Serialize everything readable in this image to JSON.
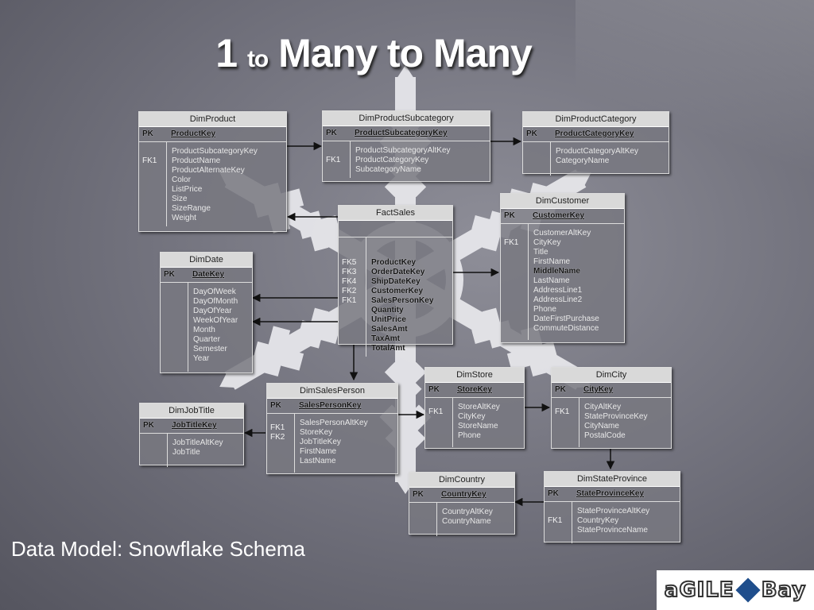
{
  "slide": {
    "title_main_1": "1",
    "title_small": "to",
    "title_main_2": "Many to Many",
    "subtitle": "Data Model: Snowflake Schema",
    "logo_left": "aGILE",
    "logo_right": "Bay",
    "accent": "#1f4e8c"
  },
  "tables": [
    {
      "id": "dimproduct",
      "name": "DimProduct",
      "pk": "ProductKey",
      "fk_labels": [
        "FK1"
      ],
      "fields": [
        "ProductSubcategoryKey",
        "ProductName",
        "ProductAlternateKey",
        "Color",
        "ListPrice",
        "Size",
        "SizeRange",
        "Weight"
      ]
    },
    {
      "id": "dimproductsubcategory",
      "name": "DimProductSubcategory",
      "pk": "ProductSubcategoryKey",
      "fk_labels": [
        "FK1"
      ],
      "fields": [
        "ProductSubcategoryAltKey",
        "ProductCategoryKey",
        "SubcategoryName"
      ]
    },
    {
      "id": "dimproductcategory",
      "name": "DimProductCategory",
      "pk": "ProductCategoryKey",
      "fk_labels": [],
      "fields": [
        "ProductCategoryAltKey",
        "CategoryName"
      ]
    },
    {
      "id": "factsales",
      "name": "FactSales",
      "pk": "",
      "fk_labels": [
        "FK5",
        "FK3",
        "FK4",
        "FK2",
        "FK1"
      ],
      "fields": [
        "ProductKey",
        "OrderDateKey",
        "ShipDateKey",
        "CustomerKey",
        "SalesPersonKey",
        "Quantity",
        "UnitPrice",
        "SalesAmt",
        "TaxAmt",
        "TotalAmt"
      ]
    },
    {
      "id": "dimcustomer",
      "name": "DimCustomer",
      "pk": "CustomerKey",
      "fk_labels": [
        "FK1"
      ],
      "fields": [
        "CustomerAltKey",
        "CityKey",
        "Title",
        "FirstName",
        "MiddleName",
        "LastName",
        "AddressLine1",
        "AddressLine2",
        "Phone",
        "DateFirstPurchase",
        "CommuteDistance"
      ]
    },
    {
      "id": "dimdate",
      "name": "DimDate",
      "pk": "DateKey",
      "fk_labels": [],
      "fields": [
        "DayOfWeek",
        "DayOfMonth",
        "DayOfYear",
        "WeekOfYear",
        "Month",
        "Quarter",
        "Semester",
        "Year"
      ]
    },
    {
      "id": "dimstore",
      "name": "DimStore",
      "pk": "StoreKey",
      "fk_labels": [
        "FK1"
      ],
      "fields": [
        "StoreAltKey",
        "CityKey",
        "StoreName",
        "Phone"
      ]
    },
    {
      "id": "dimcity",
      "name": "DimCity",
      "pk": "CityKey",
      "fk_labels": [
        "FK1"
      ],
      "fields": [
        "CityAltKey",
        "StateProvinceKey",
        "CityName",
        "PostalCode"
      ]
    },
    {
      "id": "dimsalesperson",
      "name": "DimSalesPerson",
      "pk": "SalesPersonKey",
      "fk_labels": [
        "FK1",
        "FK2"
      ],
      "fields": [
        "SalesPersonAltKey",
        "StoreKey",
        "JobTitleKey",
        "FirstName",
        "LastName"
      ]
    },
    {
      "id": "dimjobtitle",
      "name": "DimJobTitle",
      "pk": "JobTitleKey",
      "fk_labels": [],
      "fields": [
        "JobTitleAltKey",
        "JobTitle"
      ]
    },
    {
      "id": "dimcountry",
      "name": "DimCountry",
      "pk": "CountryKey",
      "fk_labels": [],
      "fields": [
        "CountryAltKey",
        "CountryName"
      ]
    },
    {
      "id": "dimstateprovince",
      "name": "DimStateProvince",
      "pk": "StateProvinceKey",
      "fk_labels": [
        "FK1"
      ],
      "fields": [
        "StateProvinceAltKey",
        "CountryKey",
        "StateProvinceName"
      ]
    }
  ]
}
